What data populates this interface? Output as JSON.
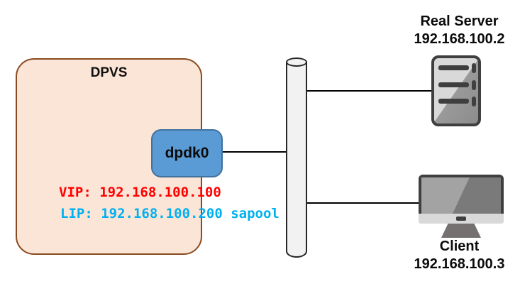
{
  "diagram_type": "network-topology",
  "dpvs": {
    "title": "DPVS",
    "interface_label": "dpdk0",
    "vip_line": "VIP: 192.168.100.100",
    "lip_line": "LIP: 192.168.100.200 sapool",
    "vip_address": "192.168.100.100",
    "lip_address": "192.168.100.200",
    "lip_option": "sapool"
  },
  "real_server": {
    "name": "Real Server",
    "ip": "192.168.100.2"
  },
  "client": {
    "name": "Client",
    "ip": "192.168.100.3"
  },
  "colors": {
    "dpvs_fill": "#FBE5D6",
    "dpvs_border": "#8A4A1F",
    "dpdk_fill": "#5B9BD5",
    "dpdk_border": "#41719C",
    "vip_text": "#FF0000",
    "lip_text": "#00B0F0",
    "icon_dark": "#3F3F3F",
    "cylinder_fill": "#F2F2F2",
    "connector": "#000000"
  }
}
